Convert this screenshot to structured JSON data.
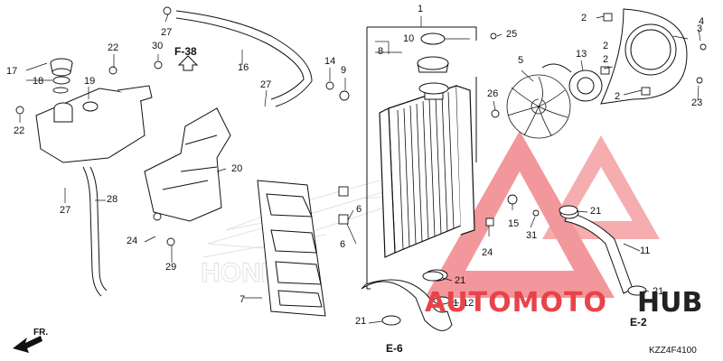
{
  "diagram": {
    "callouts": [
      "1",
      "2",
      "2",
      "2",
      "2",
      "3",
      "4",
      "5",
      "6",
      "6",
      "7",
      "8",
      "9",
      "10",
      "11",
      "12",
      "13",
      "14",
      "15",
      "16",
      "17",
      "18",
      "19",
      "20",
      "21",
      "21",
      "21",
      "21",
      "21",
      "22",
      "22",
      "23",
      "24",
      "24",
      "25",
      "26",
      "27",
      "27",
      "27",
      "28",
      "29",
      "30",
      "31"
    ],
    "references": {
      "f38": "F-38",
      "e6": "E-6",
      "e2": "E-2",
      "fr": "FR."
    },
    "diagram_code": "KZZ4F4100"
  },
  "watermark": {
    "brand_left": "AUTOMOTO",
    "brand_right": "HUB",
    "background_logo": "HONDA",
    "accent_color": "#e8434a"
  }
}
